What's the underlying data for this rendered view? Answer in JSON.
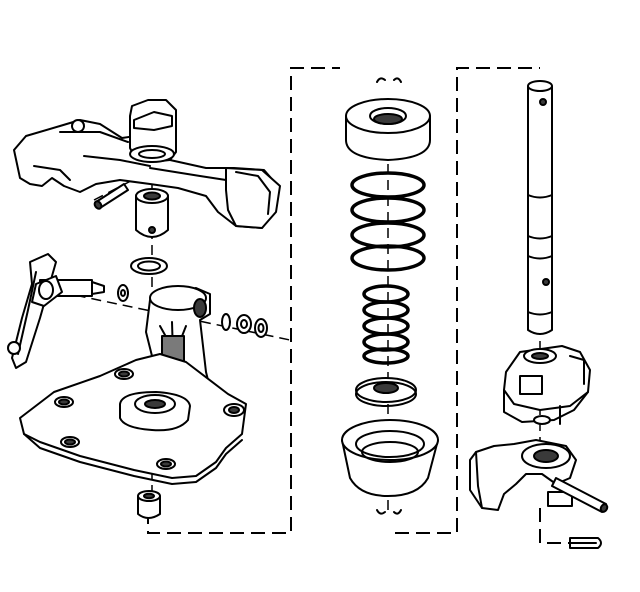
{
  "figure": {
    "type": "exploded-view illustration",
    "colors": {
      "line": "#000000",
      "fill_light": "#ffffff",
      "fill_mid": "#7a7a7a",
      "fill_dark": "#3a3a3a"
    },
    "parts": [
      "shift-lever-housing",
      "roll-pin",
      "bushing",
      "o-ring",
      "pivot-shaft",
      "detent-lever",
      "clips",
      "washers",
      "pivot-bracket",
      "cover-plate",
      "lower-bushing",
      "upper-spring-seat",
      "outer-spring",
      "inner-spring",
      "spring-retainer-washer",
      "lower-spring-cup",
      "shift-shaft",
      "shift-fork-upper",
      "shift-fork-lower",
      "roll-pin-right",
      "pin-clip"
    ]
  }
}
